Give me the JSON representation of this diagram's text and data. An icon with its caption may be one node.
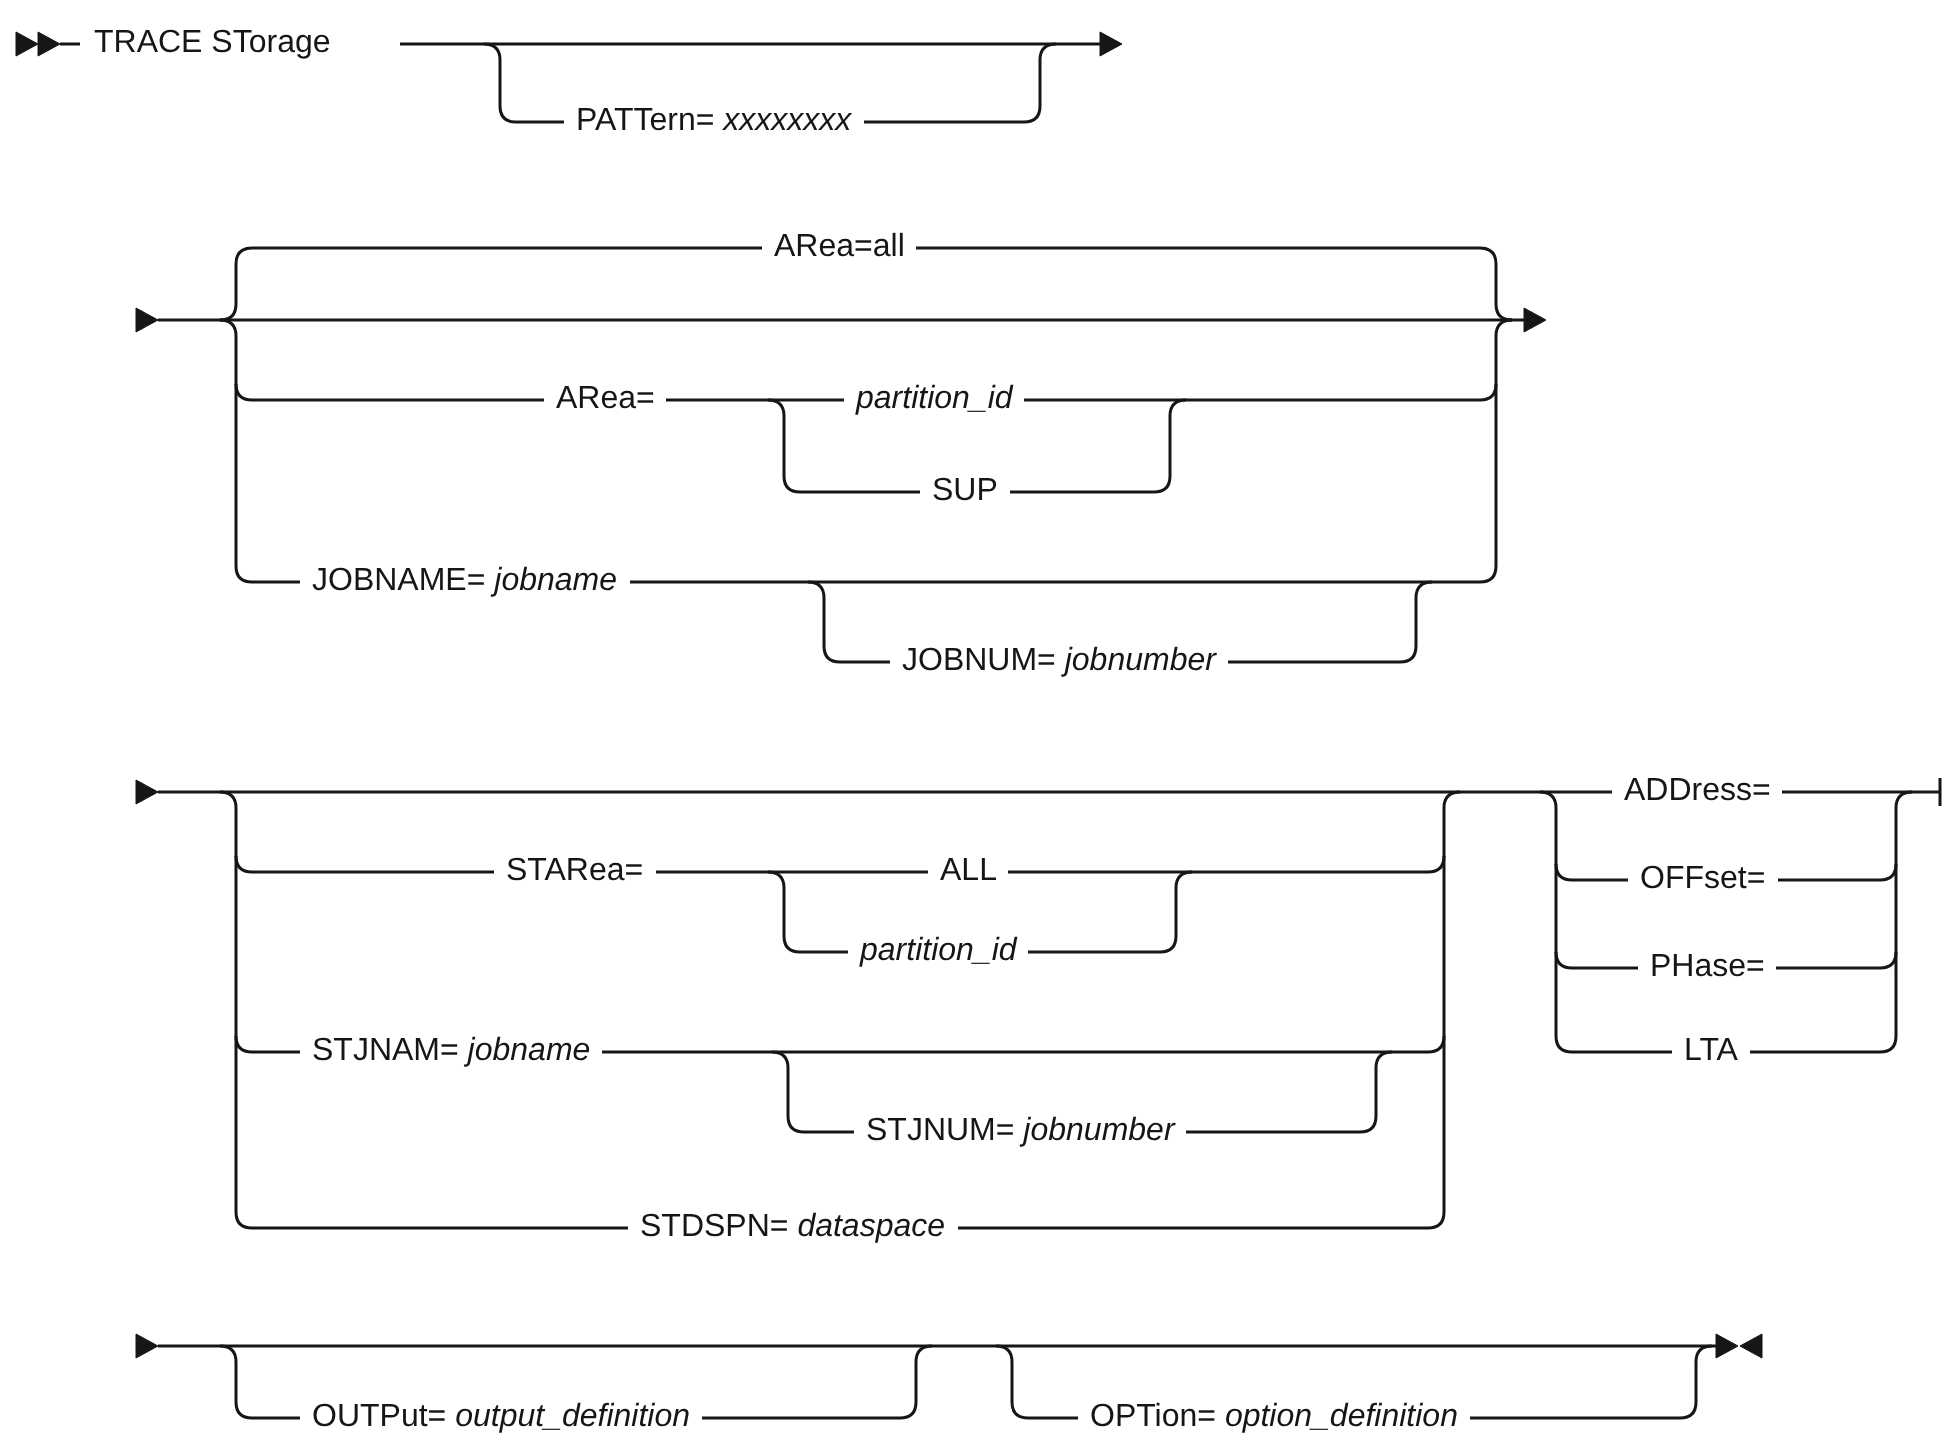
{
  "diagram": {
    "labels": [
      "TRACE STorage",
      "PATTern= *xxxxxxxx*",
      "ARea=all",
      "ARea=",
      "*partition_id*",
      "SUP",
      "JOBNAME= *jobname*",
      "JOBNUM= *jobnumber*",
      "STARea=",
      "ALL",
      "*partition_id*",
      "STJNAM= *jobname*",
      "STJNUM= *jobnumber*",
      "STDSPN= *dataspace*",
      "ADDress=",
      "OFFset=",
      "PHase=",
      "LTA",
      "OUTPut= *output_definition*",
      "OPTion= *option_definition*"
    ]
  }
}
